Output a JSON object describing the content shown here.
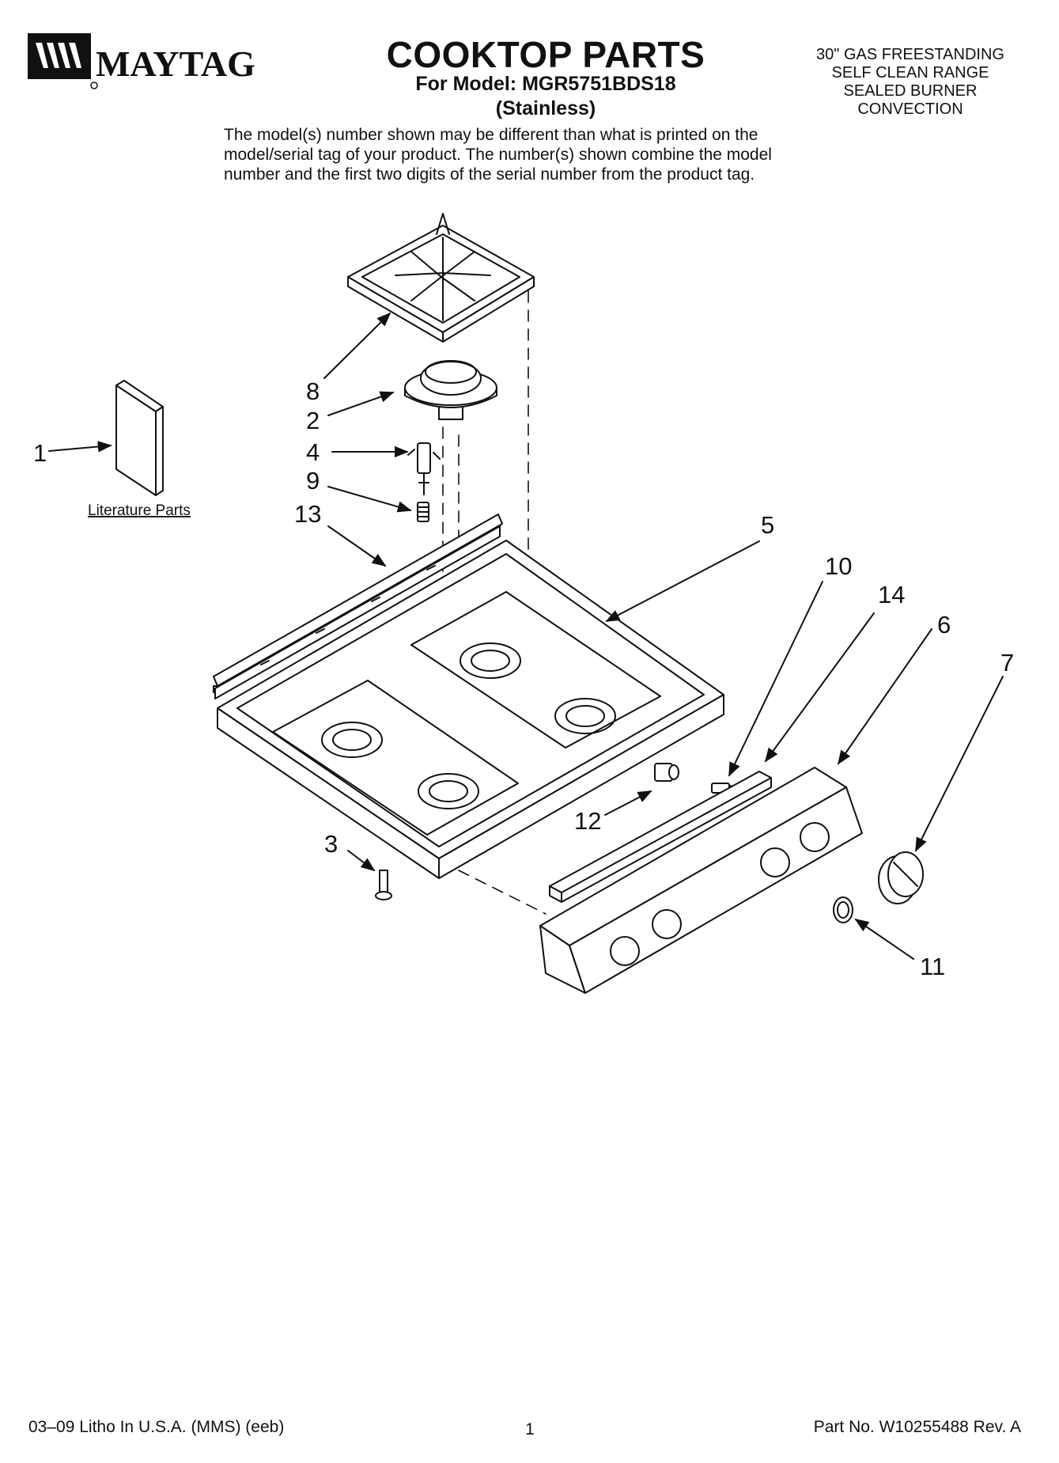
{
  "header": {
    "brand": "MAYTAG",
    "title": "COOKTOP PARTS",
    "model_line": "For Model: MGR5751BDS18",
    "finish": "(Stainless)",
    "description": [
      "30\" GAS FREESTANDING",
      "SELF CLEAN RANGE",
      "SEALED BURNER",
      "CONVECTION"
    ]
  },
  "note": [
    "The model(s) number shown may be different than what is printed on the",
    "model/serial tag of your product. The number(s) shown combine the model",
    "number and the first two digits of the serial number from the product tag."
  ],
  "diagram": {
    "literature_label": "Literature Parts",
    "callouts": {
      "c1": "1",
      "c2": "2",
      "c3": "3",
      "c4": "4",
      "c5": "5",
      "c6": "6",
      "c7": "7",
      "c8": "8",
      "c9": "9",
      "c10": "10",
      "c11": "11",
      "c12": "12",
      "c13": "13",
      "c14": "14"
    }
  },
  "footer": {
    "left": "03–09 Litho In U.S.A. (MMS) (eeb)",
    "page": "1",
    "right": "Part No. W10255488 Rev. A"
  }
}
